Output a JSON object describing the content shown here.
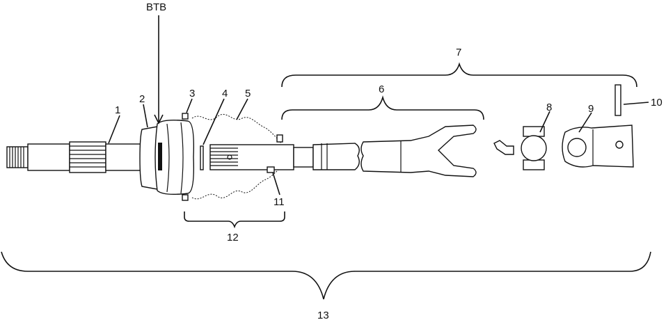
{
  "labels": {
    "btb": "BTB",
    "n1": "1",
    "n2": "2",
    "n3": "3",
    "n4": "4",
    "n5": "5",
    "n6": "6",
    "n7": "7",
    "n8": "8",
    "n9": "9",
    "n10": "10",
    "n11": "11",
    "n12": "12",
    "n13": "13"
  }
}
